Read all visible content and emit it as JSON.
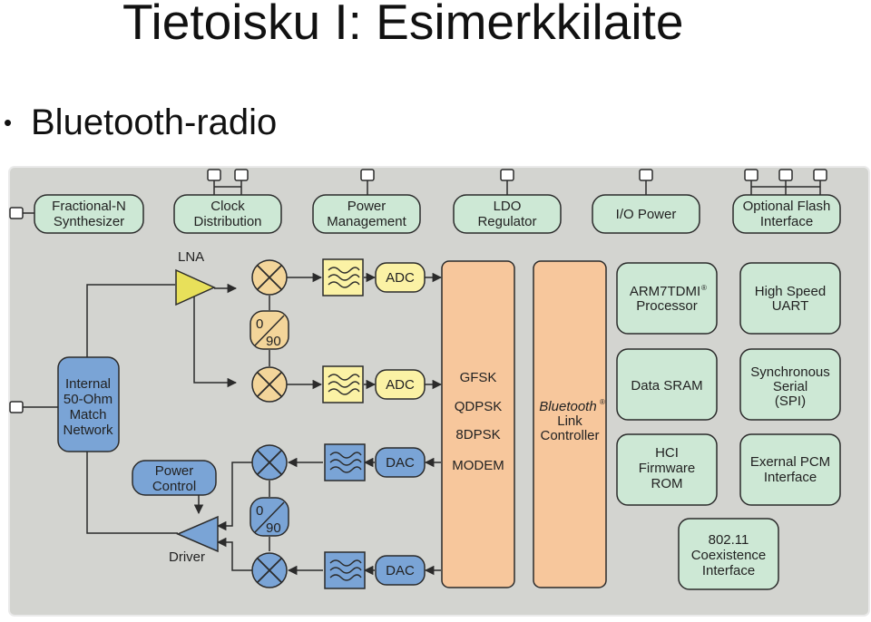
{
  "slide": {
    "title": "Tietoisku I: Esimerkkilaite",
    "bullet": "Bluetooth-radio"
  },
  "colors": {
    "background": "#d3d4d0",
    "green_block": "#cde8d5",
    "blue_block": "#7aa4d6",
    "orange_block": "#f7c79c",
    "yellow_block": "#fbf2a5",
    "stroke": "#2b2b2b"
  },
  "blocks": {
    "fractional_n_1": "Fractional-N",
    "fractional_n_2": "Synthesizer",
    "clock_1": "Clock",
    "clock_2": "Distribution",
    "power_mgmt_1": "Power",
    "power_mgmt_2": "Management",
    "ldo_1": "LDO",
    "ldo_2": "Regulator",
    "io_power": "I/O Power",
    "flash_1": "Optional Flash",
    "flash_2": "Interface",
    "lna": "LNA",
    "phase_0": "0",
    "phase_90": "90",
    "adc": "ADC",
    "dac": "DAC",
    "match_1": "Internal",
    "match_2": "50-Ohm",
    "match_3": "Match",
    "match_4": "Network",
    "power_control_1": "Power",
    "power_control_2": "Control",
    "driver": "Driver",
    "modem_gfsk": "GFSK",
    "modem_qdpsk": "QDPSK",
    "modem_8dpsk": "8DPSK",
    "modem_label": "MODEM",
    "link_1": "Bluetooth",
    "link_2": "Link",
    "link_3": "Controller",
    "arm_1": "ARM7TDMI",
    "arm_2": "Processor",
    "uart_1": "High Speed",
    "uart_2": "UART",
    "sram": "Data SRAM",
    "spi_1": "Synchronous",
    "spi_2": "Serial",
    "spi_3": "(SPI)",
    "hci_1": "HCI",
    "hci_2": "Firmware",
    "hci_3": "ROM",
    "pcm_1": "Exernal PCM",
    "pcm_2": "Interface",
    "coex_1": "802.11",
    "coex_2": "Coexistence",
    "coex_3": "Interface",
    "reg": "®"
  }
}
